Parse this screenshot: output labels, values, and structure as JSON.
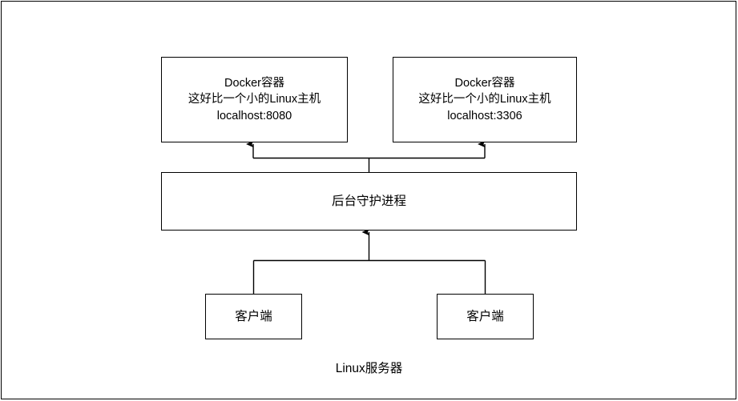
{
  "diagram": {
    "title_caption": "Linux服务器",
    "nodes": {
      "container_1": {
        "name": "Docker容器",
        "description": "这好比一个小的Linux主机",
        "address": "localhost:8080"
      },
      "container_2": {
        "name": "Docker容器",
        "description": "这好比一个小的Linux主机",
        "address": "localhost:3306"
      },
      "daemon": {
        "label": "后台守护进程"
      },
      "client_1": {
        "label": "客户端"
      },
      "client_2": {
        "label": "客户端"
      }
    },
    "colors": {
      "stroke": "#000000",
      "fill": "#ffffff",
      "text": "#000000"
    }
  }
}
